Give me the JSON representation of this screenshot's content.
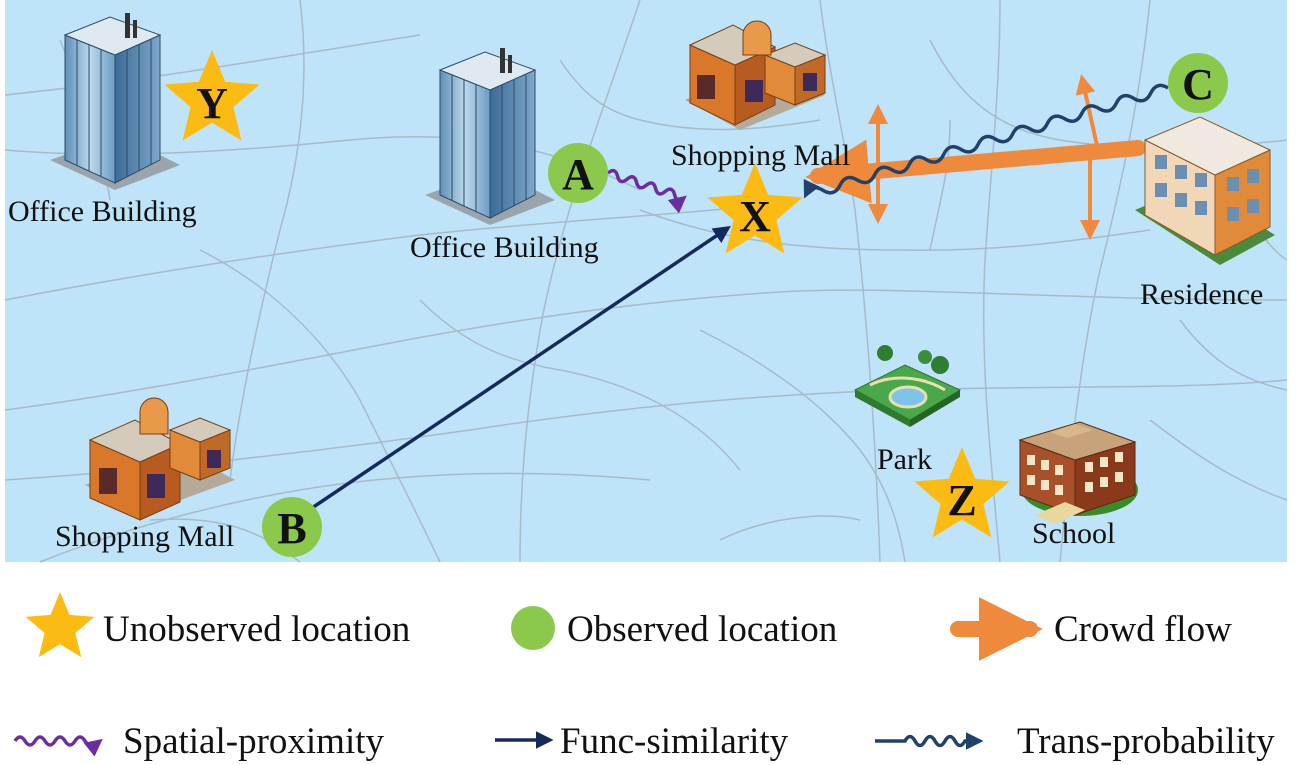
{
  "colors": {
    "map_background": "#bfe3f8",
    "roads": "#a6b6c4",
    "star": "#fcbb12",
    "observed_node": "#8cc84b",
    "crowd_flow": "#ef8a3c",
    "spatial_proximity": "#6a2ea0",
    "func_similarity": "#16295c",
    "trans_probability": "#22416a"
  },
  "map": {
    "places": [
      {
        "name": "office-building-1-label",
        "label": "Office Building"
      },
      {
        "name": "office-building-2-label",
        "label": "Office Building"
      },
      {
        "name": "shopping-mall-top-label",
        "label": "Shopping Mall"
      },
      {
        "name": "residence-label",
        "label": "Residence"
      },
      {
        "name": "shopping-mall-bottom-label",
        "label": "Shopping Mall"
      },
      {
        "name": "park-label",
        "label": "Park"
      },
      {
        "name": "school-label",
        "label": "School"
      }
    ],
    "unobserved_locations": [
      {
        "id": "unobserved-y",
        "letter": "Y"
      },
      {
        "id": "unobserved-x",
        "letter": "X"
      },
      {
        "id": "unobserved-z",
        "letter": "Z"
      }
    ],
    "observed_locations": [
      {
        "id": "observed-a",
        "letter": "A"
      },
      {
        "id": "observed-b",
        "letter": "B"
      },
      {
        "id": "observed-c",
        "letter": "C"
      }
    ],
    "relations": [
      {
        "from": "A",
        "to": "X",
        "type": "spatial-proximity"
      },
      {
        "from": "B",
        "to": "X",
        "type": "func-similarity"
      },
      {
        "from": "C",
        "to": "X",
        "type": "trans-probability"
      }
    ]
  },
  "legend": {
    "unobserved": "Unobserved location",
    "observed": "Observed location",
    "crowd_flow": "Crowd flow",
    "spatial_proximity": "Spatial-proximity",
    "func_similarity": "Func-similarity",
    "trans_probability": "Trans-probability"
  }
}
